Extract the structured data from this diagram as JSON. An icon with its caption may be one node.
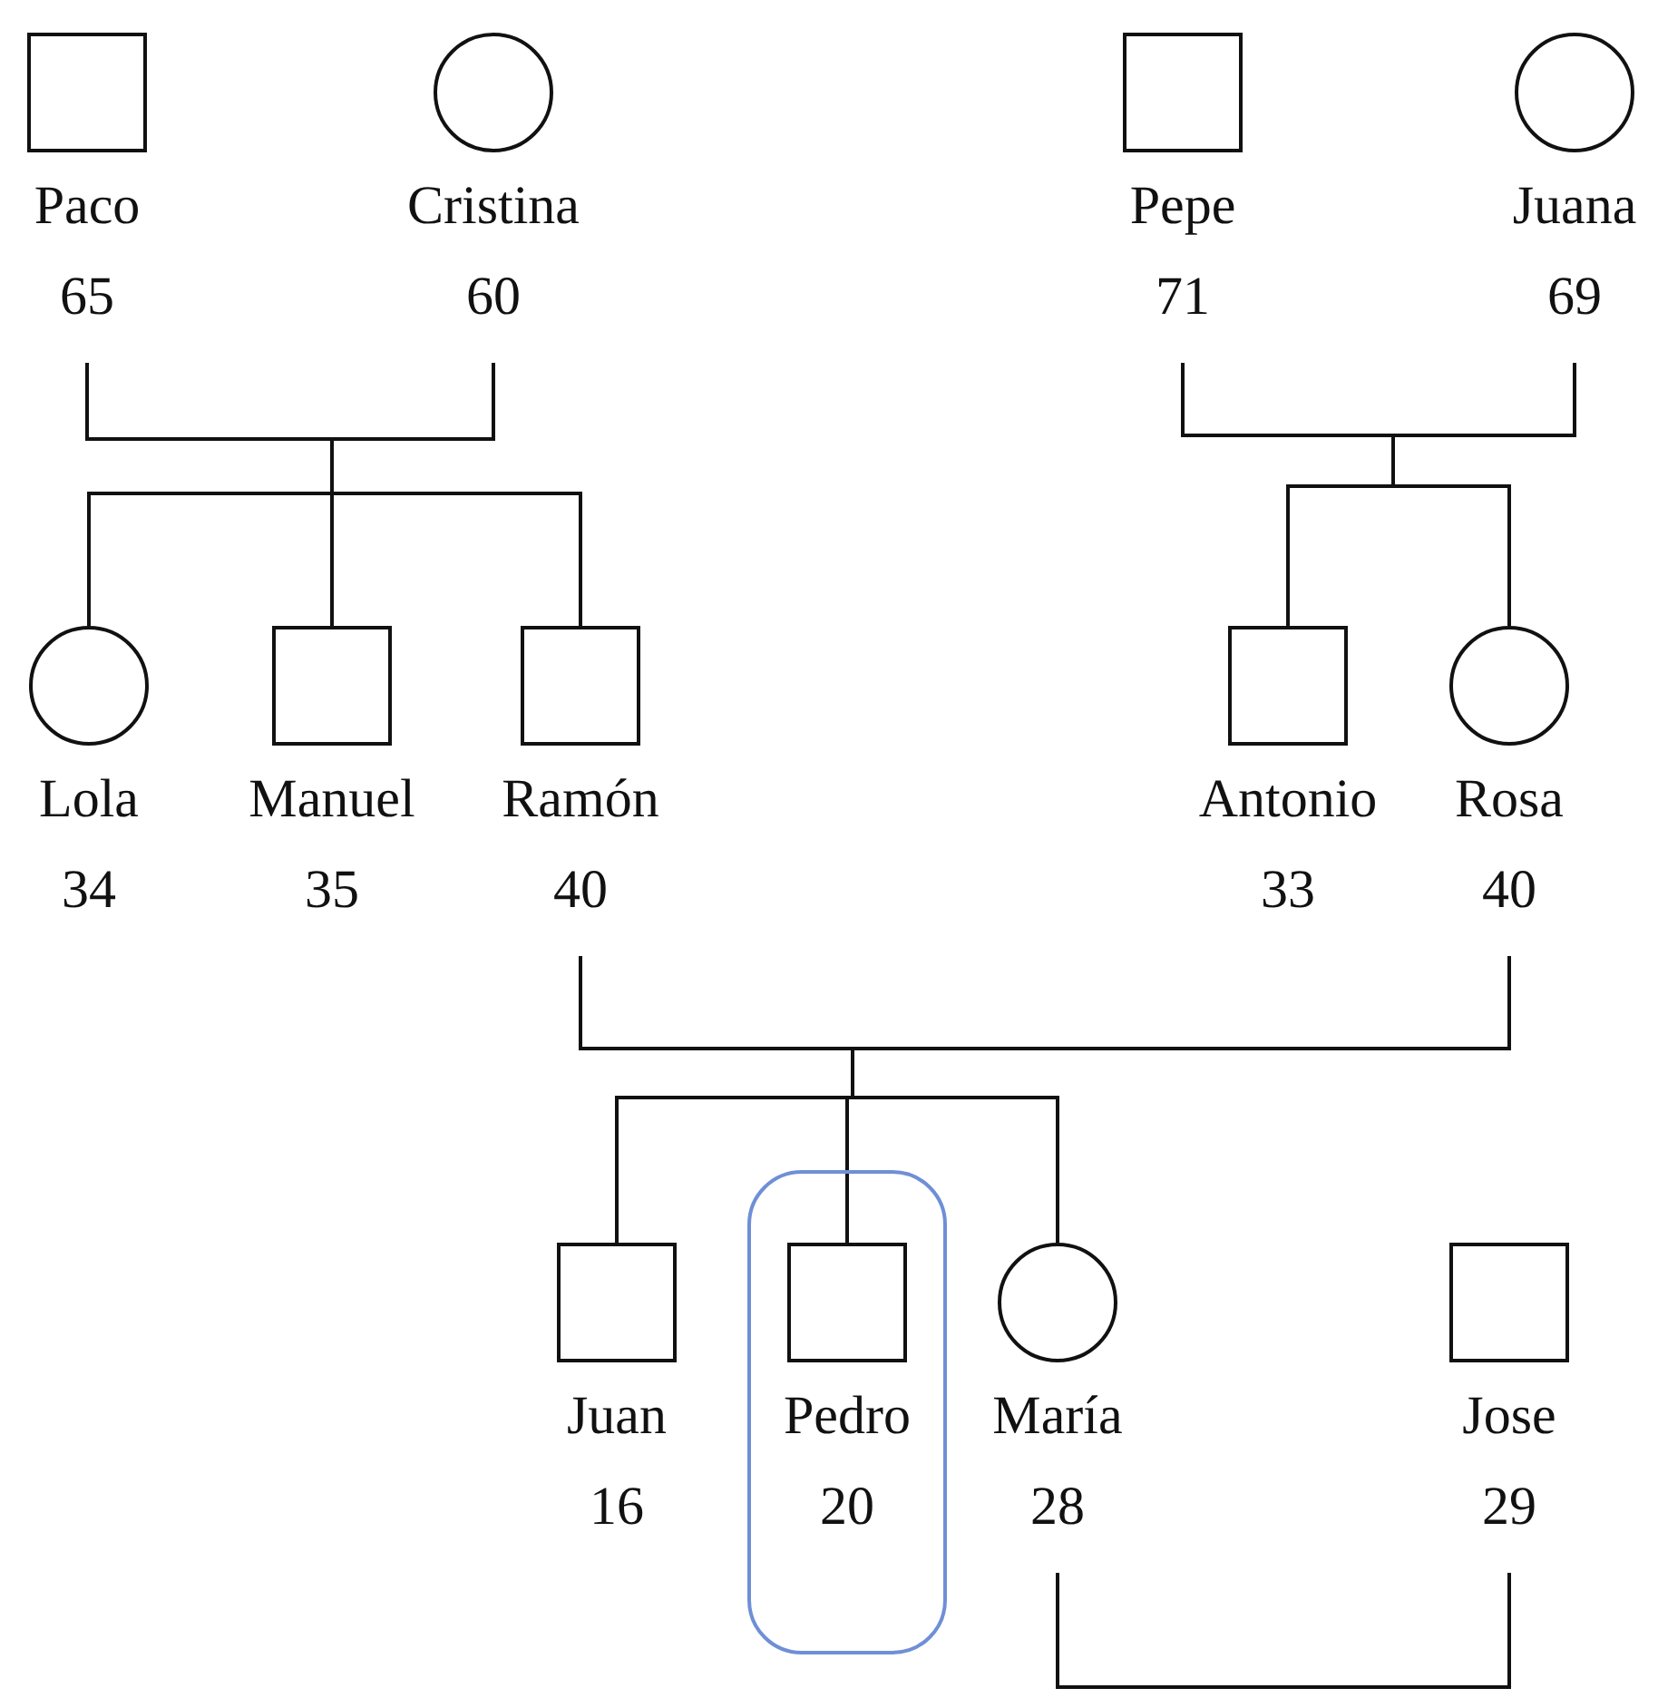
{
  "diagram": {
    "nodes": [
      {
        "text": [],
        "shape": "box",
        "beside": [
          "Paco",
          "65"
        ]
      },
      {
        "text": [],
        "shape": "circle",
        "beside": [
          "Cristina",
          "60"
        ]
      },
      {
        "text": [],
        "shape": "box",
        "beside": [
          "Pepe",
          "71"
        ]
      },
      {
        "text": [],
        "shape": "circle",
        "beside": [
          "Juana",
          "69"
        ]
      },
      {
        "text": [],
        "shape": "circle",
        "beside": [
          "Lola",
          "34"
        ]
      },
      {
        "text": [],
        "shape": "box",
        "beside": [
          "Manuel",
          "35"
        ]
      },
      {
        "text": [],
        "shape": "box",
        "beside": [
          "Ramón",
          "40"
        ]
      },
      {
        "text": [],
        "shape": "box",
        "beside": [
          "Antonio",
          "33"
        ]
      },
      {
        "text": [],
        "shape": "circle",
        "beside": [
          "Rosa",
          "40"
        ]
      },
      {
        "text": [],
        "shape": "box",
        "beside": [
          "Juan",
          "16"
        ]
      },
      {
        "text": [],
        "shape": "box"
      },
      {
        "text": [],
        "shape": "box",
        "beside": [
          "Pedro",
          "20"
        ],
        "in": 10
      },
      {
        "text": [],
        "shape": "circle",
        "beside": [
          "María",
          "28"
        ]
      },
      {
        "text": [],
        "shape": "box",
        "beside": [
          "Jose",
          "29"
        ]
      }
    ],
    "edges": [
      {
        "from": 0,
        "to": 4,
        "arrow": "none"
      },
      {
        "from": 0,
        "to": 5,
        "arrow": "none"
      },
      {
        "from": 0,
        "to": 6,
        "arrow": "none"
      },
      {
        "from": 1,
        "to": 4,
        "arrow": "none"
      },
      {
        "from": 1,
        "to": 5,
        "arrow": "none"
      },
      {
        "from": 1,
        "to": 6,
        "arrow": "none"
      },
      {
        "from": 2,
        "to": 7,
        "arrow": "none"
      },
      {
        "from": 2,
        "to": 8,
        "arrow": "none"
      },
      {
        "from": 3,
        "to": 7,
        "arrow": "none"
      },
      {
        "from": 3,
        "to": 8,
        "arrow": "none"
      },
      {
        "from": 6,
        "to": 9,
        "arrow": "none"
      },
      {
        "from": 6,
        "to": 11,
        "arrow": "none"
      },
      {
        "from": 6,
        "to": 12,
        "arrow": "none"
      },
      {
        "from": 8,
        "to": 9,
        "arrow": "none"
      },
      {
        "from": 8,
        "to": 11,
        "arrow": "none"
      },
      {
        "from": 8,
        "to": 12,
        "arrow": "none"
      },
      {
        "from": 12,
        "to": 13,
        "arrow": "none"
      }
    ]
  }
}
